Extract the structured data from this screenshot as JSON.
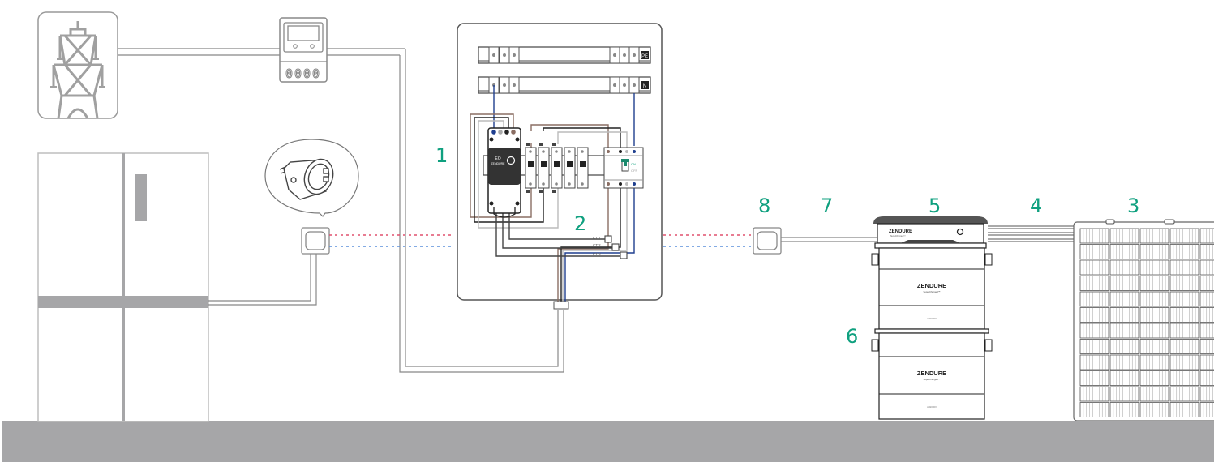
{
  "colors": {
    "accent": "#0fa07f",
    "line": "#8c8c8c",
    "dark": "#333333",
    "wire_brown": "#8a6e63",
    "wire_blue": "#1f3f8f",
    "wire_grey": "#bbbbbb",
    "dotted_red": "#e0506e",
    "dotted_blue": "#5a8fdc",
    "ground": "#a6a6a8",
    "appliance": "#a6a6a8"
  },
  "labels": {
    "n1": "1",
    "n2": "2",
    "n3": "3",
    "n4": "4",
    "n5": "5",
    "n6": "6",
    "n7": "7",
    "n8": "8"
  },
  "panel": {
    "pe_tag": "PE",
    "n_tag": "N",
    "meter_brand": "ZENDURE",
    "meter_model": "EO",
    "rcd_on": "ON",
    "rcd_off": "OFF",
    "ct": [
      "CT 1",
      "CT 2",
      "CT 3"
    ]
  },
  "battery": {
    "hub_brand": "ZENDURE",
    "hub_tagline": "SuperCharged™",
    "pack_brand": "ZENDURE",
    "pack_tagline": "SuperCharged™",
    "pack_model": "AB2000X"
  },
  "meter": {
    "digits": "0000"
  }
}
